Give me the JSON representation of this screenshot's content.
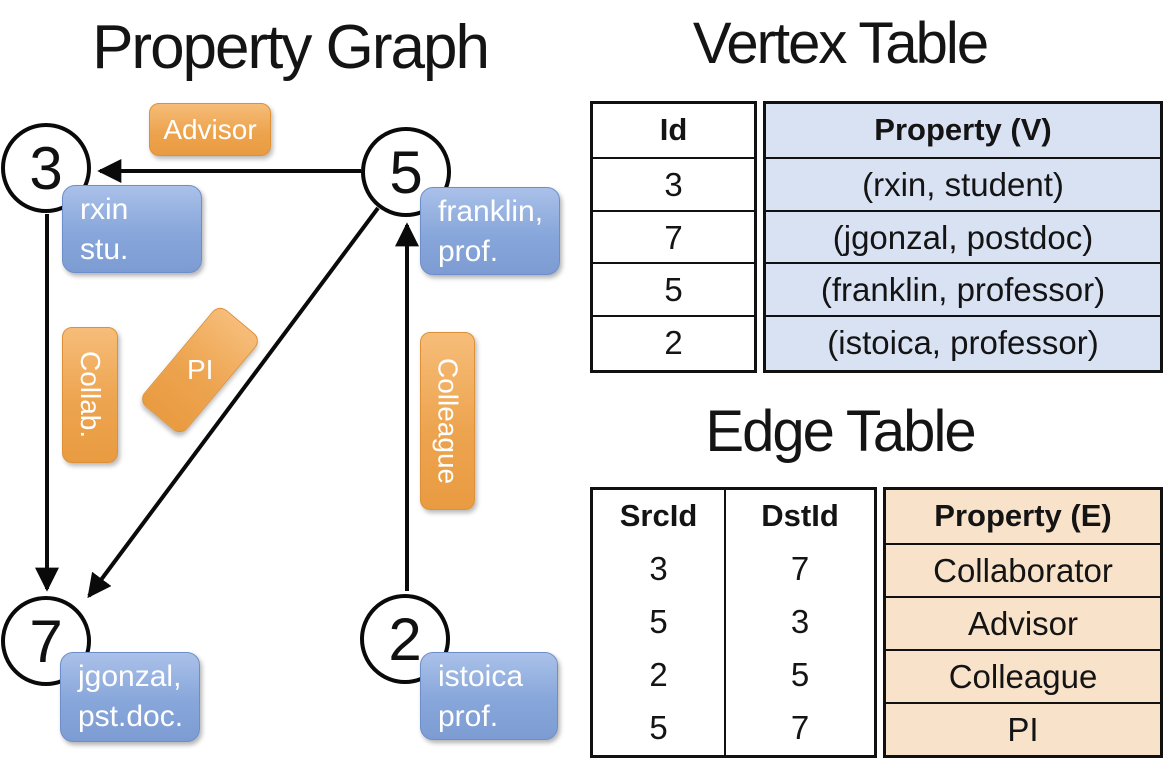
{
  "graph": {
    "title": "Property Graph",
    "vertices": [
      {
        "id": "3",
        "prop_lines": [
          "rxin",
          "stu."
        ]
      },
      {
        "id": "5",
        "prop_lines": [
          "franklin,",
          "prof."
        ]
      },
      {
        "id": "7",
        "prop_lines": [
          "jgonzal,",
          "pst.doc."
        ]
      },
      {
        "id": "2",
        "prop_lines": [
          "istoica",
          "prof."
        ]
      }
    ],
    "edge_labels": {
      "advisor": "Advisor",
      "collab": "Collab.",
      "pi": "PI",
      "colleague": "Colleague"
    },
    "edges": [
      {
        "src": "5",
        "dst": "3",
        "label": "Advisor"
      },
      {
        "src": "3",
        "dst": "7",
        "label": "Collab."
      },
      {
        "src": "5",
        "dst": "7",
        "label": "PI"
      },
      {
        "src": "2",
        "dst": "5",
        "label": "Colleague"
      }
    ]
  },
  "vertex_table": {
    "title": "Vertex Table",
    "columns": [
      "Id",
      "Property (V)"
    ],
    "rows": [
      [
        "3",
        "(rxin, student)"
      ],
      [
        "7",
        "(jgonzal, postdoc)"
      ],
      [
        "5",
        "(franklin, professor)"
      ],
      [
        "2",
        "(istoica, professor)"
      ]
    ]
  },
  "edge_table": {
    "title": "Edge Table",
    "columns": [
      "SrcId",
      "DstId",
      "Property (E)"
    ],
    "rows": [
      [
        "3",
        "7",
        "Collaborator"
      ],
      [
        "5",
        "3",
        "Advisor"
      ],
      [
        "2",
        "5",
        "Colleague"
      ],
      [
        "5",
        "7",
        "PI"
      ]
    ]
  },
  "colors": {
    "edge_label_orange": "#EDA44F",
    "vertex_box_blue": "#87A6DA",
    "vertex_table_fill": "#D9E2F3",
    "edge_table_fill": "#F8E2CA",
    "line_black": "#0A0A0A"
  }
}
